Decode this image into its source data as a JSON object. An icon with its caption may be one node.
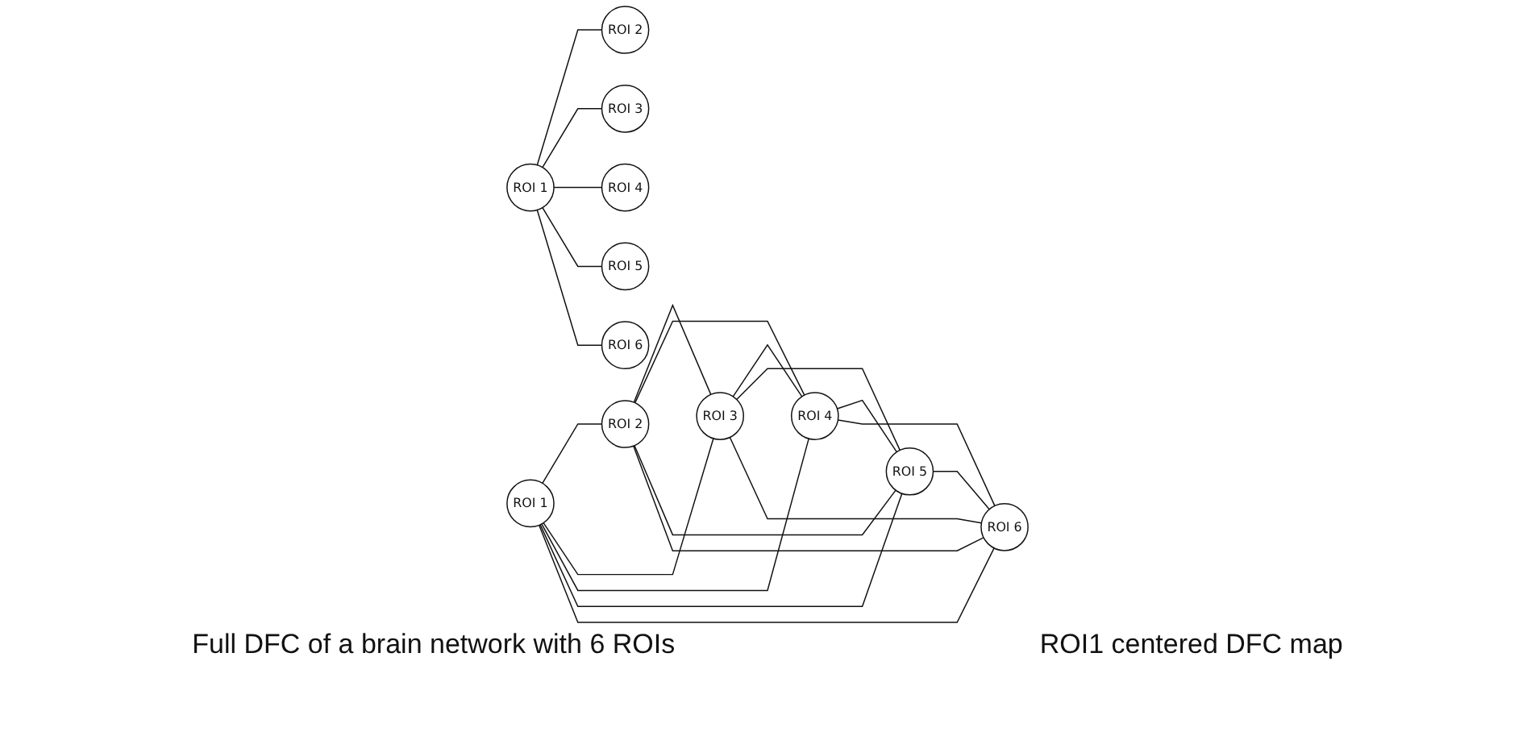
{
  "diagram": {
    "nodes": [
      {
        "text": [
          "ROI 1"
        ]
      },
      {
        "text": [
          "ROI 2"
        ]
      },
      {
        "text": [
          "ROI 3"
        ]
      },
      {
        "text": [
          "ROI 4"
        ]
      },
      {
        "text": [
          "ROI 5"
        ]
      },
      {
        "text": [
          "ROI 6"
        ]
      },
      {
        "text": [
          "ROI 1"
        ]
      },
      {
        "text": [
          "ROI 2"
        ]
      },
      {
        "text": [
          "ROI 3"
        ]
      },
      {
        "text": [
          "ROI 4"
        ]
      },
      {
        "text": [
          "ROI 5"
        ]
      },
      {
        "text": [
          "ROI 6"
        ]
      }
    ],
    "edges": [
      {
        "from": 0,
        "to": 1,
        "arrow": "none"
      },
      {
        "from": 0,
        "to": 2,
        "arrow": "none"
      },
      {
        "from": 0,
        "to": 3,
        "arrow": "none"
      },
      {
        "from": 0,
        "to": 4,
        "arrow": "none"
      },
      {
        "from": 0,
        "to": 5,
        "arrow": "none"
      },
      {
        "from": 1,
        "to": 2,
        "arrow": "none"
      },
      {
        "from": 1,
        "to": 3,
        "arrow": "none"
      },
      {
        "from": 1,
        "to": 4,
        "arrow": "none"
      },
      {
        "from": 1,
        "to": 5,
        "arrow": "none"
      },
      {
        "from": 2,
        "to": 3,
        "arrow": "none"
      },
      {
        "from": 2,
        "to": 4,
        "arrow": "none"
      },
      {
        "from": 2,
        "to": 5,
        "arrow": "none"
      },
      {
        "from": 3,
        "to": 4,
        "arrow": "none"
      },
      {
        "from": 3,
        "to": 5,
        "arrow": "none"
      },
      {
        "from": 4,
        "to": 5,
        "arrow": "none"
      },
      {
        "from": 6,
        "to": 7,
        "arrow": "none"
      },
      {
        "from": 6,
        "to": 8,
        "arrow": "none"
      },
      {
        "from": 6,
        "to": 9,
        "arrow": "none"
      },
      {
        "from": 6,
        "to": 10,
        "arrow": "none"
      },
      {
        "from": 6,
        "to": 11,
        "arrow": "none"
      }
    ],
    "labels": [
      "Full DFC of a brain network with 6 ROIs",
      "ROI1 centered DFC map"
    ]
  }
}
